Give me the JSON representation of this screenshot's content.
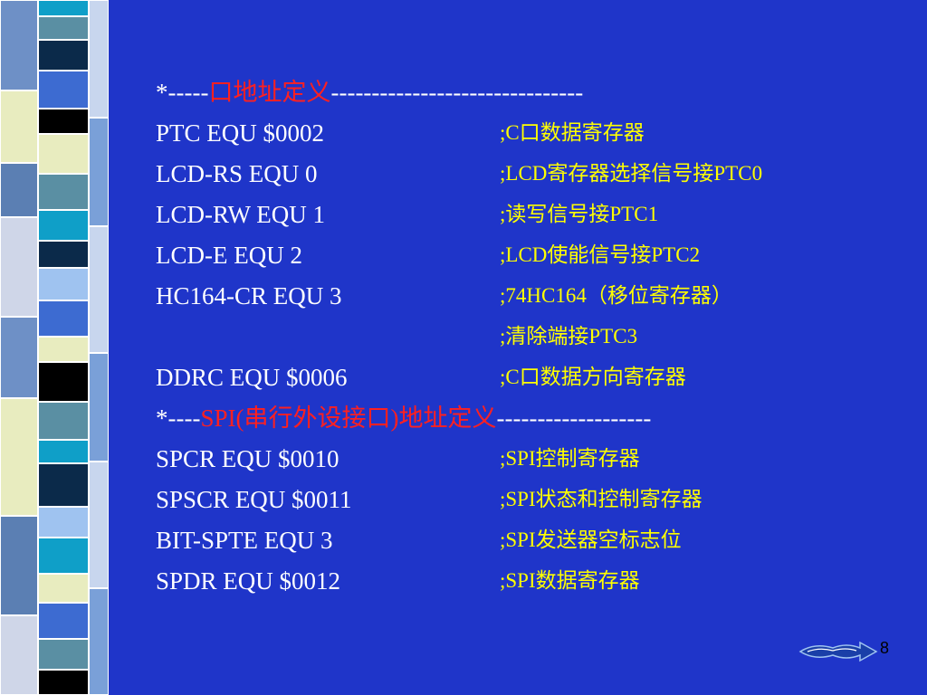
{
  "header1": {
    "prefix": "*-----",
    "title": "口地址定义",
    "suffix": "-------------------------------"
  },
  "header2": {
    "prefix": "*----",
    "title": "SPI(串行外设接口)地址定义",
    "suffix": "-------------------"
  },
  "rows": [
    {
      "code": "PTC EQU $0002",
      "comment": ";C口数据寄存器"
    },
    {
      "code": "LCD-RS EQU 0",
      "comment": ";LCD寄存器选择信号接PTC0"
    },
    {
      "code": "LCD-RW EQU 1",
      "comment": ";读写信号接PTC1"
    },
    {
      "code": "LCD-E EQU 2",
      "comment": ";LCD使能信号接PTC2"
    },
    {
      "code": "HC164-CR EQU 3",
      "comment": ";74HC164（移位寄存器）"
    },
    {
      "code": "",
      "comment": ";清除端接PTC3"
    },
    {
      "code": "DDRC EQU $0006",
      "comment": ";C口数据方向寄存器"
    },
    {
      "code": "SPCR EQU $0010",
      "comment": ";SPI控制寄存器"
    },
    {
      "code": "SPSCR EQU $0011",
      "comment": ";SPI状态和控制寄存器"
    },
    {
      "code": "BIT-SPTE EQU 3",
      "comment": ";SPI发送器空标志位"
    },
    {
      "code": "SPDR EQU $0012",
      "comment": ";SPI数据寄存器"
    }
  ],
  "page_number": "8",
  "colors": {
    "background": "#1f35c9",
    "code_text": "#ffffff",
    "comment_text": "#ffff00",
    "header_highlight": "#ff2020"
  },
  "icons": {
    "nav": "return-arrow-icon"
  }
}
